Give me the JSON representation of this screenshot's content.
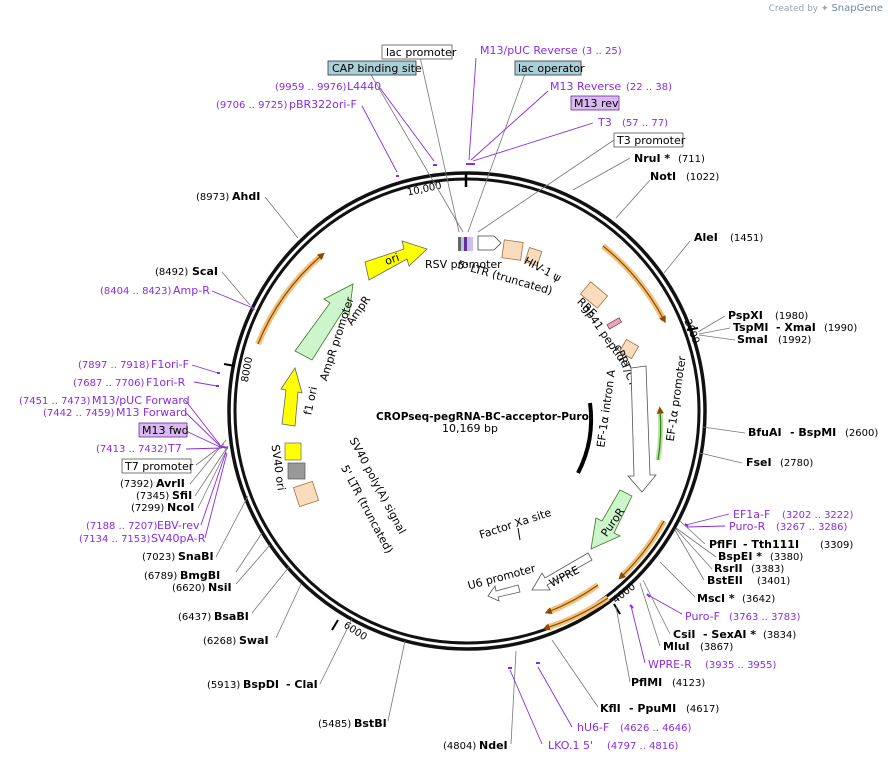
{
  "header": {
    "credit_prefix": "Created by",
    "credit_brand": "SnapGene"
  },
  "plasmid": {
    "name": "CROPseq-pegRNA-BC-acceptor-Puro",
    "size": "10,169 bp"
  },
  "ticks": [
    "10,000",
    "2000",
    "4000",
    "6000",
    "8000"
  ],
  "enzymes": {
    "nrui": "NruI *",
    "nrui_pos": "(711)",
    "noti": "NotI",
    "noti_pos": "(1022)",
    "alei": "AleI",
    "alei_pos": "(1451)",
    "pspxi": "PspXI",
    "pspxi_pos": "(1980)",
    "tspmi": "TspMI",
    "xmai": "- XmaI",
    "tspmi_pos": "(1990)",
    "smai": "SmaI",
    "smai_pos": "(1992)",
    "bfuai": "BfuAI",
    "bspmi": "- BspMI",
    "bfuai_pos": "(2600)",
    "fsei": "FseI",
    "fsei_pos": "(2780)",
    "pflfi": "PflFI",
    "tth": "- Tth111I",
    "pflfi_pos": "(3309)",
    "bspei": "BspEI *",
    "bspei_pos": "(3380)",
    "rsrii": "RsrII",
    "rsrii_pos": "(3383)",
    "bsteii": "BstEII",
    "bsteii_pos": "(3401)",
    "msci": "MscI *",
    "msci_pos": "(3642)",
    "csii": "CsiI",
    "sexai": "- SexAI *",
    "csii_pos": "(3834)",
    "mlui": "MluI",
    "mlui_pos": "(3867)",
    "pflmi": "PflMI",
    "pflmi_pos": "(4123)",
    "kfli": "KflI",
    "ppumi": "- PpuMI",
    "kfli_pos": "(4617)",
    "ndei": "NdeI",
    "ndei_pos": "(4804)",
    "bstbi": "BstBI",
    "bstbi_pos": "(5485)",
    "bspdi": "BspDI",
    "clai": "- ClaI",
    "bspdi_pos": "(5913)",
    "swai": "SwaI",
    "swai_pos": "(6268)",
    "bsabi": "BsaBI",
    "bsabi_pos": "(6437)",
    "nsii": "NsiI",
    "nsii_pos": "(6620)",
    "bmgbi": "BmgBI",
    "bmgbi_pos": "(6789)",
    "snabi": "SnaBI",
    "snabi_pos": "(7023)",
    "ncoi": "NcoI",
    "ncoi_pos": "(7299)",
    "sfii": "SfiI",
    "sfii_pos": "(7345)",
    "avrii": "AvrII",
    "avrii_pos": "(7392)",
    "scai": "ScaI",
    "scai_pos": "(8492)",
    "ahdi": "AhdI",
    "ahdi_pos": "(8973)"
  },
  "primers": {
    "m13puc_rev": "M13/pUC Reverse",
    "m13puc_rev_pos": "(3 .. 25)",
    "m13_reverse": "M13 Reverse",
    "m13_reverse_pos": "(22 .. 38)",
    "t3": "T3",
    "t3_pos": "(57 .. 77)",
    "l4440": "L4440",
    "l4440_pos": "(9959 .. 9976)",
    "pbr322": "pBR322ori-F",
    "pbr322_pos": "(9706 .. 9725)",
    "ampr": "Amp-R",
    "ampr_pos": "(8404 .. 8423)",
    "f1orif": "F1ori-F",
    "f1orif_pos": "(7897 .. 7918)",
    "f1orir": "F1ori-R",
    "f1orir_pos": "(7687 .. 7706)",
    "m13puc_fwd": "M13/pUC Forward",
    "m13puc_fwd_pos": "(7451 .. 7473)",
    "m13_forward": "M13 Forward",
    "m13_forward_pos": "(7442 .. 7459)",
    "t7": "T7",
    "t7_pos": "(7413 .. 7432)",
    "ebv": "EBV-rev",
    "ebv_pos": "(7188 .. 7207)",
    "sv40pa": "SV40pA-R",
    "sv40pa_pos": "(7134 .. 7153)",
    "ef1af": "EF1a-F",
    "ef1af_pos": "(3202 .. 3222)",
    "puror": "Puro-R",
    "puror_pos": "(3267 .. 3286)",
    "purof": "Puro-F",
    "purof_pos": "(3763 .. 3783)",
    "wprer": "WPRE-R",
    "wprer_pos": "(3935 .. 3955)",
    "hu6f": "hU6-F",
    "hu6f_pos": "(4626 .. 4646)",
    "lko": "LKO.1 5'",
    "lko_pos": "(4797 .. 4816)"
  },
  "boxes": {
    "lac_promoter": "lac promoter",
    "cap_site": "CAP binding site",
    "lac_operator": "lac operator",
    "m13_rev": "M13 rev",
    "t3_promoter": "T3 promoter",
    "m13_fwd": "M13 fwd",
    "t7_promoter": "T7 promoter"
  },
  "features": {
    "rsv": "RSV promoter",
    "ltr5": "5' LTR (truncated)",
    "hiv": "HIV-1 ψ",
    "rre": "RRE",
    "gp41": "gp41 peptide",
    "cppt": "cPPT/CTS",
    "ef1a_promoter": "EF-1α promoter",
    "ef1a_intron": "EF-1α intron A",
    "puror": "PuroR",
    "wpre": "WPRE",
    "factorxa": "Factor Xa site",
    "u6": "U6 promoter",
    "ori": "ori",
    "ampr": "AmpR",
    "ampr_promoter": "AmpR promoter",
    "f1ori": "f1 ori",
    "sv40ori": "SV40 ori",
    "sv40polya": "SV40 poly(A) signal",
    "ltr5b": "5' LTR (truncated)"
  },
  "colors": {
    "backbone": "#111111",
    "purple": "#8a2be2",
    "ori": "#ffff00",
    "ampr": "#ccf5cc",
    "puror": "#ccf5cc",
    "misc": "#fadcbc",
    "orange_orf": "#e8a030"
  }
}
